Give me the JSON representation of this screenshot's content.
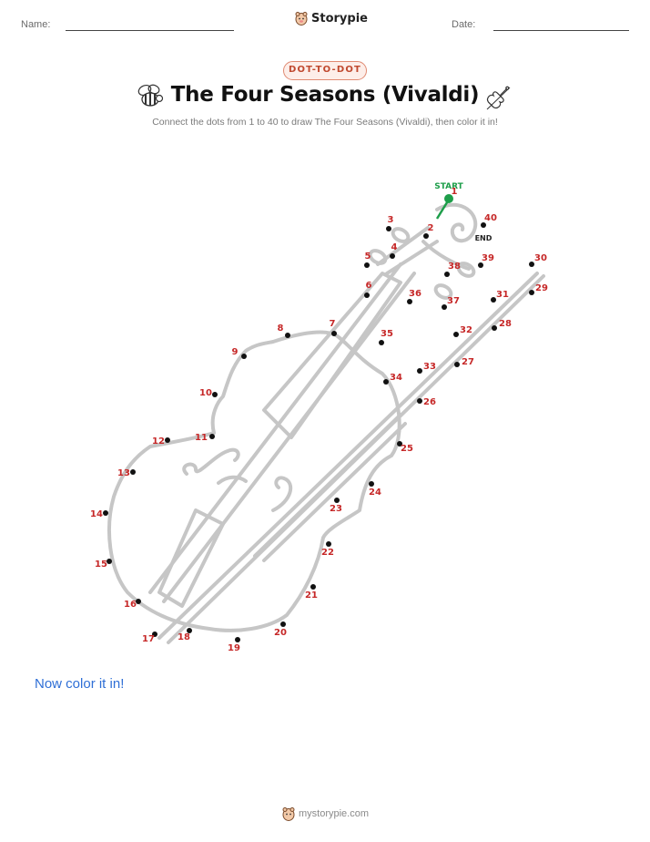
{
  "header": {
    "name_label": "Name:",
    "date_label": "Date:",
    "brand": "Storypie"
  },
  "badge": "DOT-TO-DOT",
  "title": "The Four Seasons (Vivaldi)",
  "subtitle": "Connect the dots from 1 to 40 to draw The Four Seasons (Vivaldi), then color it in!",
  "puzzle": {
    "start_label": "START",
    "end_label": "END",
    "dots": [
      "1",
      "2",
      "3",
      "4",
      "5",
      "6",
      "7",
      "8",
      "9",
      "10",
      "11",
      "12",
      "13",
      "14",
      "15",
      "16",
      "17",
      "18",
      "19",
      "20",
      "21",
      "22",
      "23",
      "24",
      "25",
      "26",
      "27",
      "28",
      "29",
      "30",
      "31",
      "32",
      "33",
      "34",
      "35",
      "36",
      "37",
      "38",
      "39",
      "40"
    ]
  },
  "prompt": "Now color it in!",
  "footer": "mystorypie.com",
  "colors": {
    "label": "#c62828",
    "start": "#1e9e4a",
    "prompt": "#2f6fd6",
    "badge": "#c0492f"
  }
}
